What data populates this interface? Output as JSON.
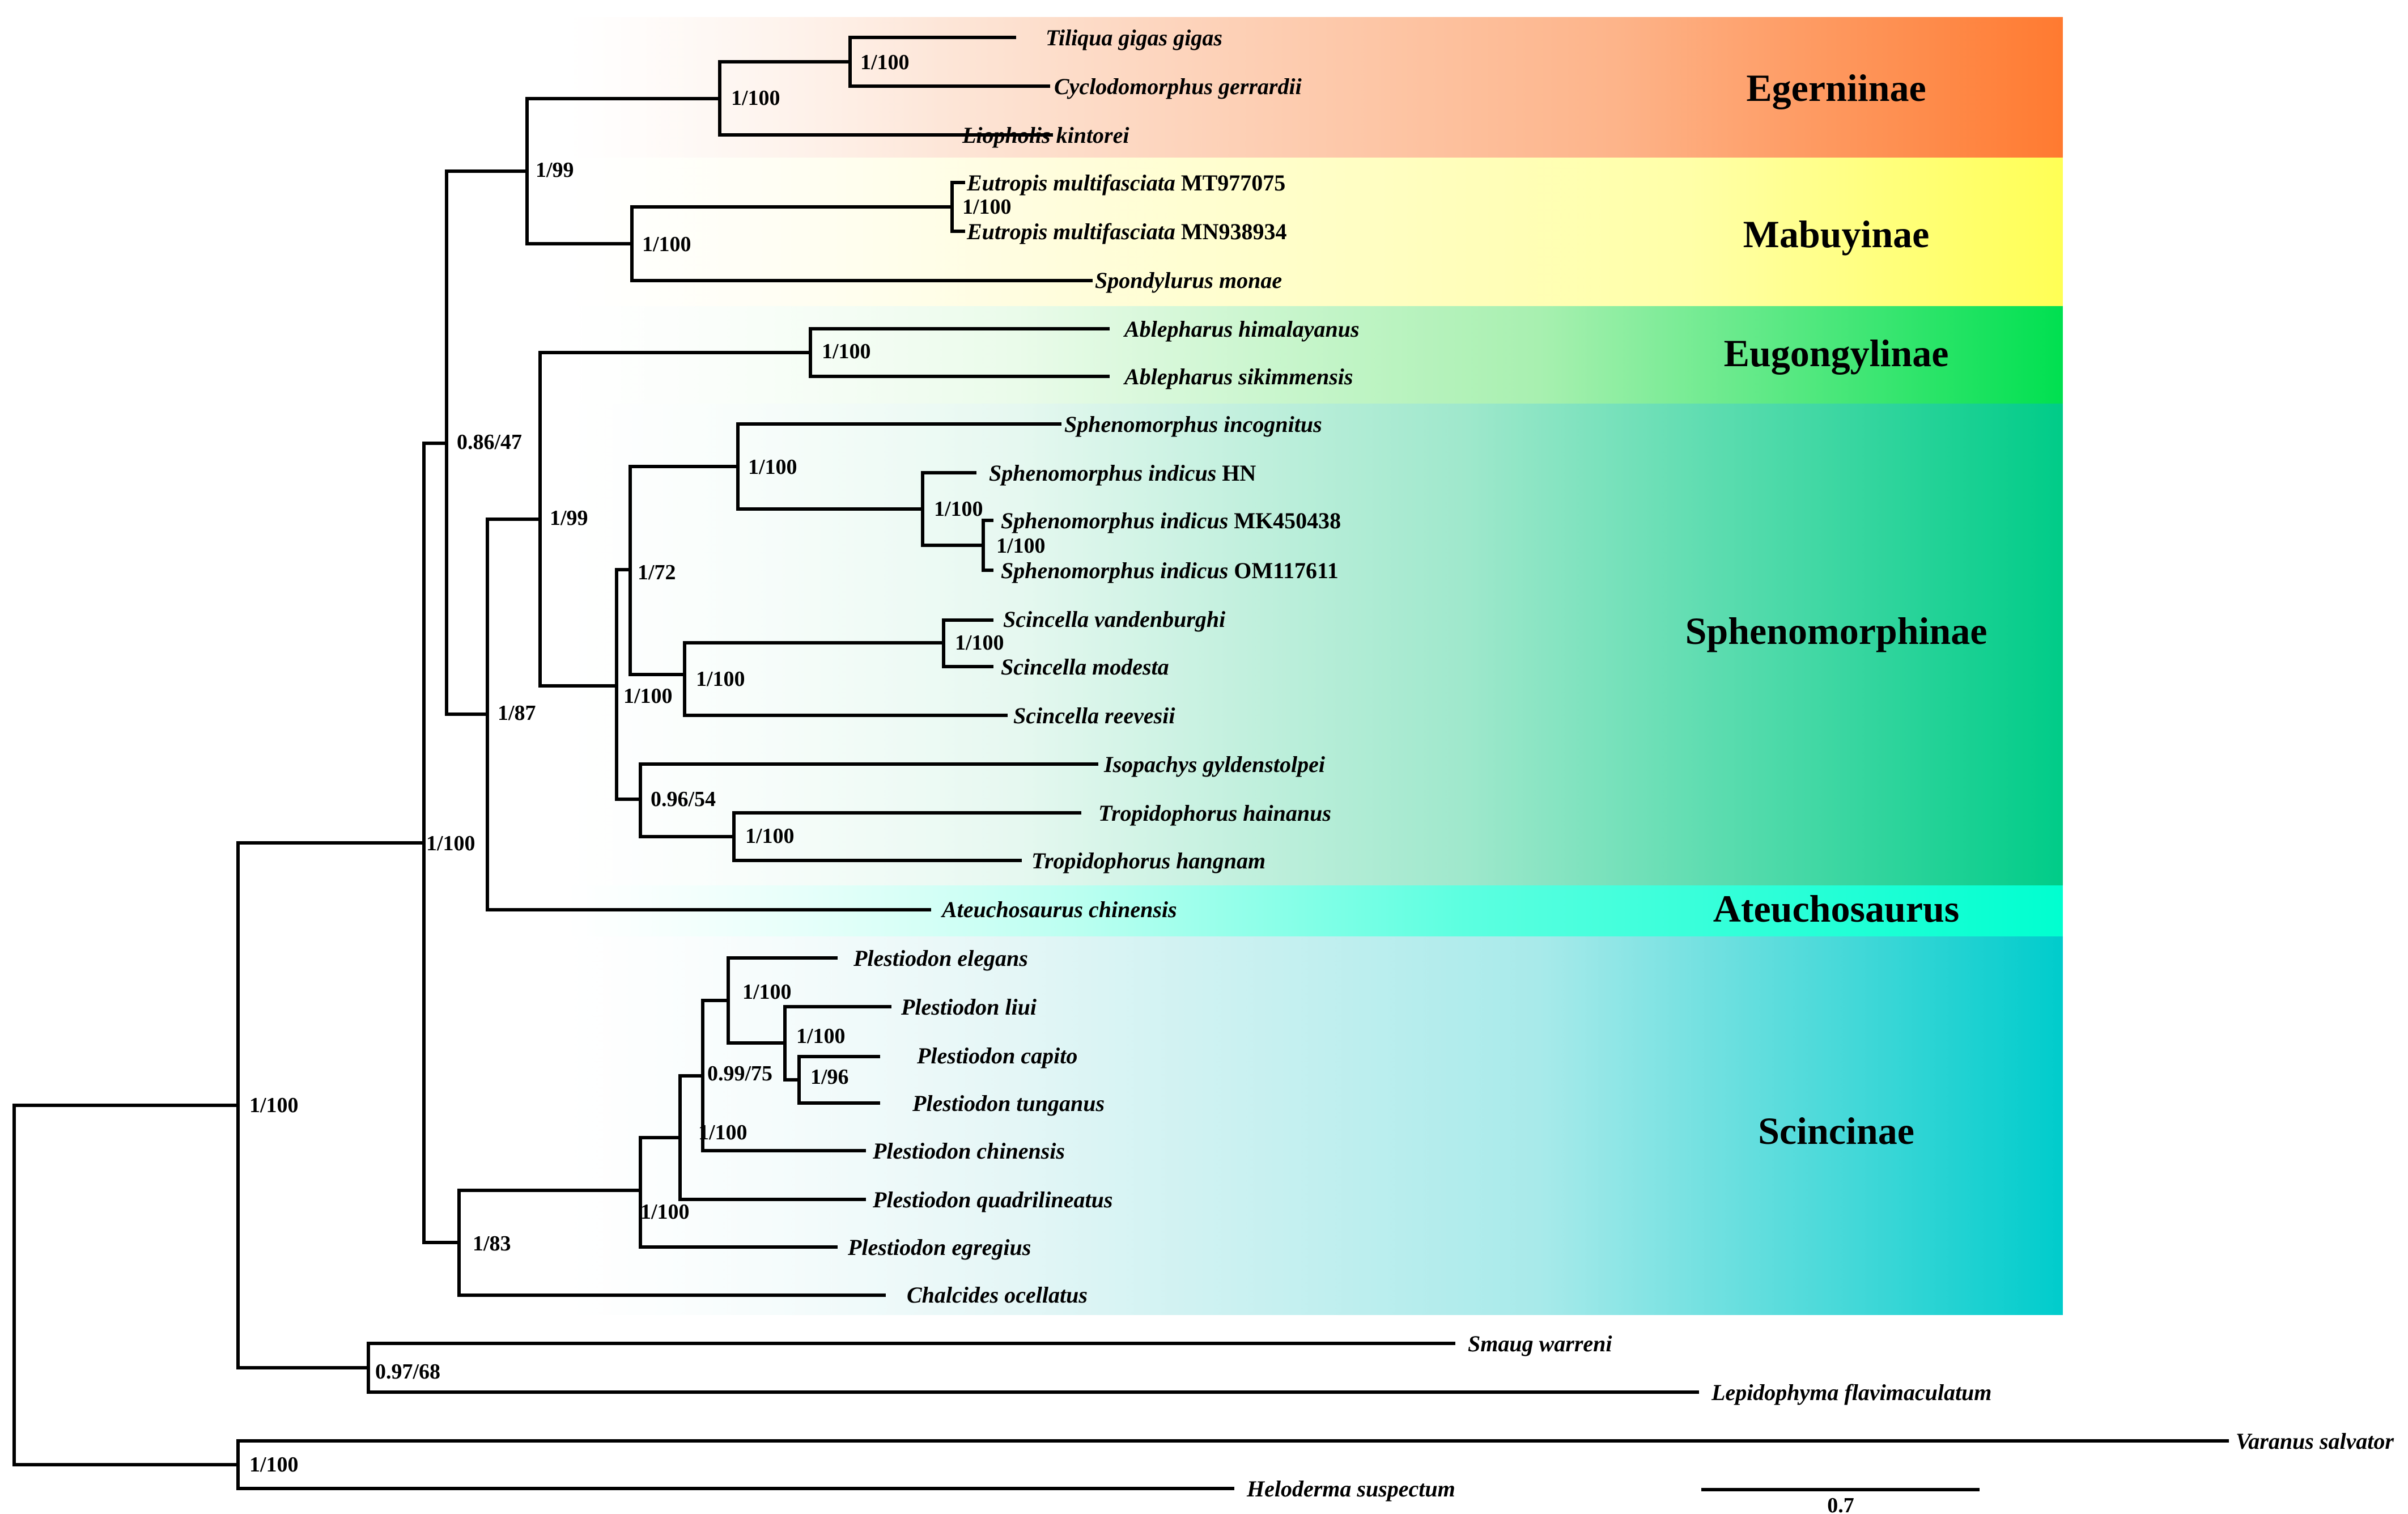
{
  "clades": [
    {
      "id": "egerniinae",
      "label": "Egerniinae",
      "color": "#ff7a30"
    },
    {
      "id": "mabuyinae",
      "label": "Mabuyinae",
      "color": "#ffff55"
    },
    {
      "id": "eugongylinae",
      "label": "Eugongylinae",
      "color": "#00e050"
    },
    {
      "id": "sphenomorphinae",
      "label": "Sphenomorphinae",
      "color": "#00cc88"
    },
    {
      "id": "ateuchosaurus",
      "label": "Ateuchosaurus",
      "color": "#00ffd0"
    },
    {
      "id": "scincinae",
      "label": "Scincinae",
      "color": "#00cccc"
    }
  ],
  "taxa": [
    {
      "id": "t1",
      "genus_species": "Tiliqua gigas gigas",
      "accession": ""
    },
    {
      "id": "t2",
      "genus_species": "Cyclodomorphus gerrardii",
      "accession": ""
    },
    {
      "id": "t3",
      "genus_species": "Liopholis kintorei",
      "accession": ""
    },
    {
      "id": "t4",
      "genus_species": "Eutropis multifasciata",
      "accession": "MT977075"
    },
    {
      "id": "t5",
      "genus_species": "Eutropis multifasciata",
      "accession": "MN938934"
    },
    {
      "id": "t6",
      "genus_species": "Spondylurus monae",
      "accession": ""
    },
    {
      "id": "t7",
      "genus_species": "Ablepharus himalayanus",
      "accession": ""
    },
    {
      "id": "t8",
      "genus_species": "Ablepharus sikimmensis",
      "accession": ""
    },
    {
      "id": "t9",
      "genus_species": "Sphenomorphus incognitus",
      "accession": ""
    },
    {
      "id": "t10",
      "genus_species": "Sphenomorphus indicus",
      "accession": "HN"
    },
    {
      "id": "t11",
      "genus_species": "Sphenomorphus indicus",
      "accession": "MK450438"
    },
    {
      "id": "t12",
      "genus_species": "Sphenomorphus indicus",
      "accession": "OM117611"
    },
    {
      "id": "t13",
      "genus_species": "Scincella vandenburghi",
      "accession": ""
    },
    {
      "id": "t14",
      "genus_species": "Scincella modesta",
      "accession": ""
    },
    {
      "id": "t15",
      "genus_species": "Scincella reevesii",
      "accession": ""
    },
    {
      "id": "t16",
      "genus_species": "Isopachys gyldenstolpei",
      "accession": ""
    },
    {
      "id": "t17",
      "genus_species": "Tropidophorus hainanus",
      "accession": ""
    },
    {
      "id": "t18",
      "genus_species": "Tropidophorus hangnam",
      "accession": ""
    },
    {
      "id": "t19",
      "genus_species": "Ateuchosaurus chinensis",
      "accession": ""
    },
    {
      "id": "t20",
      "genus_species": "Plestiodon elegans",
      "accession": ""
    },
    {
      "id": "t21",
      "genus_species": "Plestiodon liui",
      "accession": ""
    },
    {
      "id": "t22",
      "genus_species": "Plestiodon capito",
      "accession": ""
    },
    {
      "id": "t23",
      "genus_species": "Plestiodon tunganus",
      "accession": ""
    },
    {
      "id": "t24",
      "genus_species": "Plestiodon chinensis",
      "accession": ""
    },
    {
      "id": "t25",
      "genus_species": "Plestiodon quadrilineatus",
      "accession": ""
    },
    {
      "id": "t26",
      "genus_species": "Plestiodon egregius",
      "accession": ""
    },
    {
      "id": "t27",
      "genus_species": "Chalcides ocellatus",
      "accession": ""
    },
    {
      "id": "t28",
      "genus_species": "Smaug warreni",
      "accession": ""
    },
    {
      "id": "t29",
      "genus_species": "Lepidophyma flavimaculatum",
      "accession": ""
    },
    {
      "id": "t30",
      "genus_species": "Varanus salvator",
      "accession": ""
    },
    {
      "id": "t31",
      "genus_species": "Heloderma suspectum",
      "accession": ""
    }
  ],
  "support_values": [
    {
      "node": "egerniinae-crown",
      "label": "1/100"
    },
    {
      "node": "tiliqua-cyclodomorphus",
      "label": "1/100"
    },
    {
      "node": "egerniinae-mabuyinae",
      "label": "1/99"
    },
    {
      "node": "mabuyinae-crown",
      "label": "1/100"
    },
    {
      "node": "eutropis",
      "label": "1/100"
    },
    {
      "node": "eugongylinae",
      "label": "1/100"
    },
    {
      "node": "lygosomoid-clade",
      "label": "0.86/47"
    },
    {
      "node": "eugongylinae-sphenomorphinae",
      "label": "1/99"
    },
    {
      "node": "sphenomorphus",
      "label": "1/100"
    },
    {
      "node": "sphenomorphus-indicus",
      "label": "1/100"
    },
    {
      "node": "sphenomorphus-indicus-inner",
      "label": "1/100"
    },
    {
      "node": "sphenomorphus-scincella",
      "label": "1/72"
    },
    {
      "node": "scincella",
      "label": "1/100"
    },
    {
      "node": "scincella-inner",
      "label": "1/100"
    },
    {
      "node": "sphenomorphinae-core",
      "label": "1/100"
    },
    {
      "node": "isopachys-tropidophorus",
      "label": "0.96/54"
    },
    {
      "node": "tropidophorus",
      "label": "1/100"
    },
    {
      "node": "with-ateuchosaurus",
      "label": "1/87"
    },
    {
      "node": "scincidae",
      "label": "1/100"
    },
    {
      "node": "plestiodon-elegans-group",
      "label": "1/100"
    },
    {
      "node": "plestiodon-capito-tunganus",
      "label": "1/100"
    },
    {
      "node": "plestiodon-tunganus-inner",
      "label": "1/96"
    },
    {
      "node": "plestiodon-chinensis-group",
      "label": "0.99/75"
    },
    {
      "node": "plestiodon-quadrilineatus-group",
      "label": "1/100"
    },
    {
      "node": "plestiodon",
      "label": "1/100"
    },
    {
      "node": "scincinae",
      "label": "1/83"
    },
    {
      "node": "scincoidea",
      "label": "1/100"
    },
    {
      "node": "cordylidae-xantusiidae",
      "label": "0.97/68"
    },
    {
      "node": "anguimorpha",
      "label": "1/100"
    }
  ],
  "scale_bar": {
    "label": "0.7"
  }
}
